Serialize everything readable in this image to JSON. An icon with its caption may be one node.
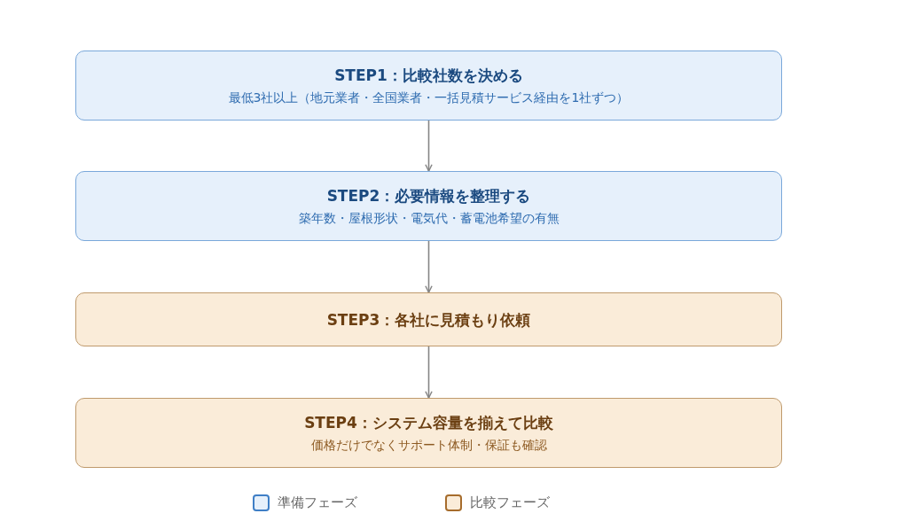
{
  "diagram": {
    "nodes": [
      {
        "text": [
          "STEP1：比較社数を決める",
          "最低3社以上（地元業者・全国業者・一括見積サービス経由を1社ずつ）"
        ]
      },
      {
        "text": [
          "STEP2：必要情報を整理する",
          "築年数・屋根形状・電気代・蓄電池希望の有無"
        ]
      },
      {
        "text": [
          "STEP3：各社に見積もり依頼"
        ]
      },
      {
        "text": [
          "STEP4：システム容量を揃えて比較",
          "価格だけでなくサポート体制・保証も確認"
        ]
      }
    ],
    "edges": [
      {
        "from": 0,
        "to": 1,
        "arrow": "to"
      },
      {
        "from": 1,
        "to": 2,
        "arrow": "to"
      },
      {
        "from": 2,
        "to": 3,
        "arrow": "to"
      }
    ],
    "legend": [
      {
        "text": "準備フェーズ",
        "color": "#e6f0fb"
      },
      {
        "text": "比較フェーズ",
        "color": "#faecd9"
      }
    ]
  }
}
